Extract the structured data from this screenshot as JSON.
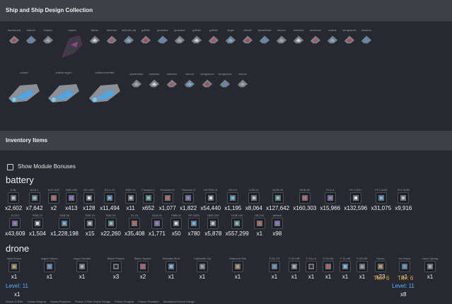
{
  "ship_panel": {
    "title": "Ship and Ship Design Collection",
    "row1": [
      "barracuda",
      "baleon",
      "dolphin",
      "falcon",
      "defcolor",
      "defcolor-diplomats",
      "goliath",
      "guardian",
      "guardian",
      "goliath",
      "goliath",
      "aegis",
      "citadel",
      "spearhead",
      "leonov",
      "retiarius",
      "centurion",
      "solaris",
      "vengeance",
      "tartarus"
    ],
    "feature_ship": "caylon",
    "row2_large": [
      "solace",
      "solace-argon",
      "solace-borealis"
    ],
    "row2_small": [
      "spearhead",
      "mimesis",
      "mimesis",
      "venom",
      "vengeance",
      "vengeance",
      "venom"
    ]
  },
  "inventory": {
    "title": "Inventory Items",
    "show_bonuses_label": "Show Module Bonuses",
    "battery_title": "battery",
    "battery_row1": [
      {
        "label": "A-BL",
        "qty": "x2,602"
      },
      {
        "label": "ACM-1",
        "qty": "x7,642"
      },
      {
        "label": "AGT-500",
        "qty": "x2"
      },
      {
        "label": "CBR-250",
        "qty": "x413"
      },
      {
        "label": "DD-M01",
        "qty": "x128"
      },
      {
        "label": "ECO-10",
        "qty": "x11,494"
      },
      {
        "label": "EMP-01",
        "qty": "x11"
      },
      {
        "label": "Firework L",
        "qty": "x652"
      },
      {
        "label": "Firework M",
        "qty": "x1,077"
      },
      {
        "label": "Firework S",
        "qty": "x1,822"
      },
      {
        "label": "HSTRM-01",
        "qty": "x54,440"
      },
      {
        "label": "ISH-01",
        "qty": "x1,195"
      },
      {
        "label": "LCB-10",
        "qty": "x8,064"
      },
      {
        "label": "MCB-25",
        "qty": "x127,642"
      },
      {
        "label": "MCB-50",
        "qty": "x160,303"
      },
      {
        "label": "PLD-8",
        "qty": "x15,966"
      },
      {
        "label": "PLT-2021",
        "qty": "x132,596"
      },
      {
        "label": "PLT-2026",
        "qty": "x31,075"
      },
      {
        "label": "PLT-3030",
        "qty": "x9,916"
      }
    ],
    "battery_row2": [
      {
        "label": "R-310",
        "qty": "x43,609"
      },
      {
        "label": "RSB-75",
        "qty": "x1,504"
      },
      {
        "label": "SAB-50",
        "qty": "x1,228,198"
      },
      {
        "label": "SAR-01",
        "qty": "x15"
      },
      {
        "label": "SAR-02",
        "qty": "x22,260"
      },
      {
        "label": "SL-01",
        "qty": "x35,408"
      },
      {
        "label": "SLM-01",
        "qty": "x1,771"
      },
      {
        "label": "SMB-01",
        "qty": "x50"
      },
      {
        "label": "SP-100X",
        "qty": "x780"
      },
      {
        "label": "UBR-100",
        "qty": "x5,878"
      },
      {
        "label": "UCB-100",
        "qty": "x557,299"
      },
      {
        "label": "VB-142",
        "qty": "x1"
      },
      {
        "label": "Wizard",
        "qty": "x98"
      }
    ],
    "drone_title": "drone",
    "drone_row": [
      {
        "label": "Apis Drone",
        "qty": "x1"
      },
      {
        "label": "Argon Hammerclaw",
        "qty": "x1"
      },
      {
        "label": "Argon Sentinel Drone Design",
        "qty": "x1"
      },
      {
        "label": "Black Phantom",
        "qty": "x3"
      },
      {
        "label": "Blaze Spectrum",
        "qty": "x2"
      },
      {
        "label": "Borealis Sentinel Drone",
        "qty": "x1"
      },
      {
        "label": "Carbonite Cyborg",
        "qty": "x1"
      },
      {
        "label": "Diamond Sentinel Drone",
        "qty": "x1"
      },
      {
        "label": "F-01-TS",
        "qty": "x1"
      },
      {
        "label": "F-02-HR",
        "qty": "x1"
      },
      {
        "label": "F-03-LA",
        "qty": "x1"
      },
      {
        "label": "F-04-NA",
        "qty": "x1"
      },
      {
        "label": "F-11-HE",
        "qty": "x1"
      },
      {
        "label": "F-03-DR",
        "qty": "x1"
      },
      {
        "label": "Havoc",
        "qty": "x23"
      },
      {
        "label": "Iris Drone",
        "qty": "x1"
      },
      {
        "label": "Lava Cyborg",
        "qty": "x1"
      }
    ],
    "apis_level": "Level: 11",
    "havoc_tier": "Tier: 6",
    "iris_tier": "Tier: 6",
    "iris_level": "Level: 11",
    "apis_extra": "x1",
    "iris_extra": "x8",
    "bottom_labels": [
      "Ocean X Elite",
      "Ocean Enigma",
      "Ocean Phantom",
      "Poison X Elite Drone Design",
      "Poison Enigma",
      "Poison Phantom",
      "Sandstorm Drone Design"
    ]
  },
  "colors": {
    "panel_head": "#3d4046",
    "bg": "#26292f",
    "tier": "#f0a030",
    "level": "#5ab0ff"
  }
}
